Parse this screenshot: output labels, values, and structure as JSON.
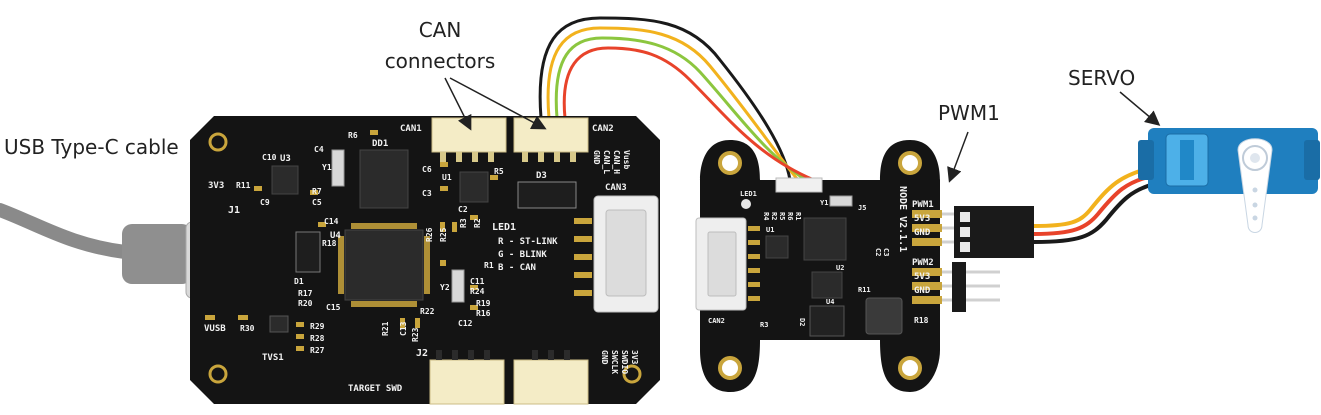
{
  "labels": {
    "can_connectors_line1": "CAN",
    "can_connectors_line2": "connectors",
    "usb_cable": "USB Type-C cable",
    "pwm1": "PWM1",
    "servo": "SERVO"
  },
  "left_board": {
    "can1": "CAN1",
    "can2": "CAN2",
    "can3": "CAN3",
    "can_pins": [
      "GND",
      "CAN_L",
      "CAN_H",
      "Vusb"
    ],
    "led1": "LED1",
    "led_legend": [
      "R - ST-LINK",
      "G - BLINK",
      "B - CAN"
    ],
    "j1": "J1",
    "j2": "J2",
    "target_swd": "TARGET SWD",
    "swd_pins": [
      "GND",
      "SWCLK",
      "SWDIO",
      "3V3"
    ],
    "vusb": "VUSB",
    "tvs1": "TVS1",
    "u3": "U3",
    "u4": "U4",
    "dd1": "DD1",
    "d3": "D3",
    "y1": "Y1",
    "y2": "Y2",
    "v3v3": "3V3",
    "refs": [
      "R6",
      "C4",
      "C10",
      "R11",
      "R7",
      "C5",
      "C9",
      "C14",
      "R18",
      "C6",
      "C3",
      "U1",
      "R5",
      "C2",
      "R3",
      "R2",
      "R26",
      "R25",
      "R24",
      "C11",
      "R19",
      "R16",
      "R1",
      "R21",
      "C13",
      "R22",
      "R23",
      "C12",
      "D1",
      "R17",
      "R20",
      "C15",
      "R30",
      "R29",
      "R28",
      "R27"
    ]
  },
  "right_board": {
    "node": "NODE V2.1.1",
    "pwm1": "PWM1",
    "v5_1": "5V3",
    "gnd1": "GND",
    "pwm2": "PWM2",
    "v5_2": "5V3",
    "gnd2": "GND",
    "led1": "LED1",
    "r18": "R18",
    "u2": "U2",
    "y1": "Y1",
    "refs": [
      "R4",
      "R2",
      "R5",
      "R6",
      "R1",
      "R3",
      "R11",
      "D2",
      "C2",
      "C3",
      "U1",
      "J5",
      "U4",
      "CAN2"
    ]
  },
  "colors": {
    "pcb": "#141414",
    "gold": "#c9a53c",
    "connector": "#f4ecc6",
    "servo": "#1f7fbf",
    "wire_red": "#e8432a",
    "wire_yellow": "#f2b21d",
    "wire_green": "#8cc63f",
    "wire_black": "#1a1a1a",
    "cable_gray": "#8a8a8a"
  }
}
